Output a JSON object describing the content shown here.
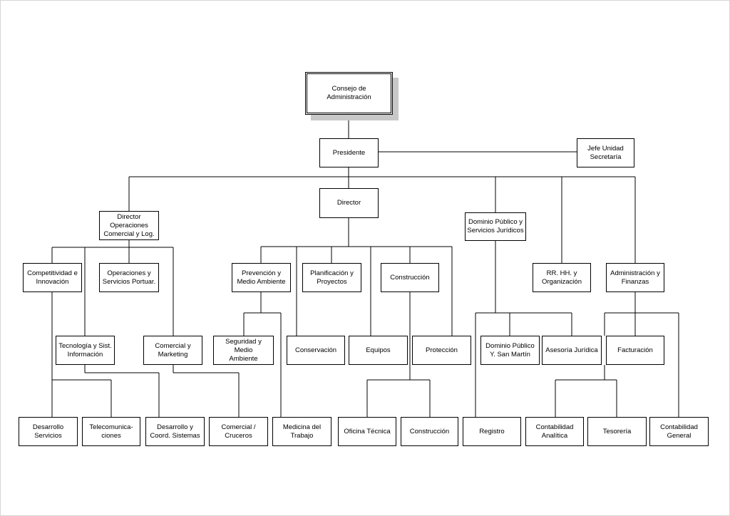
{
  "org_chart": {
    "nodes": {
      "consejo": "Consejo de\nAdministración",
      "presidente": "Presidente",
      "jefe_unidad": "Jefe Unidad\nSecretaría",
      "director": "Director",
      "dir_operaciones": "Director\nOperaciones\nComercial y Log.",
      "dominio_publico": "Dominio Público y\nServicios Jurídicos",
      "rrhh": "RR. HH. y\nOrganización",
      "administracion": "Administración y\nFinanzas",
      "competitividad": "Competitividad e\nInnovación",
      "operaciones_servicios": "Operaciones y\nServicios Portuar.",
      "tecnologia": "Tecnología y Sist.\nInformación",
      "comercial_marketing": "Comercial y\nMarketing",
      "prevencion": "Prevención y\nMedio Ambiente",
      "planificacion": "Planificación  y\nProyectos",
      "construccion_dept": "Construcción",
      "seguridad": "Seguridad y Medio\nAmbiente",
      "conservacion": "Conservación",
      "equipos": "Equipos",
      "proteccion": "Protección",
      "dominio_san_martin": "Dominio Público\nY. San Martín",
      "asesoria": "Asesoría Jurídica",
      "facturacion": "Facturación",
      "desarrollo_servicios": "Desarrollo\nServicios",
      "telecom": "Telecomunica-\nciones",
      "desarrollo_coord": "Desarrollo y\nCoord. Sistemas",
      "comercial_cruceros": "Comercial /\nCruceros",
      "medicina": "Medicina del\nTrabajo",
      "oficina_tecnica": "Oficina Técnica",
      "construccion": "Construcción",
      "registro": "Registro",
      "contabilidad_analitica": "Contabilidad\nAnalítica",
      "tesoreria": "Tesorería",
      "contabilidad_general": "Contabilidad\nGeneral"
    }
  }
}
